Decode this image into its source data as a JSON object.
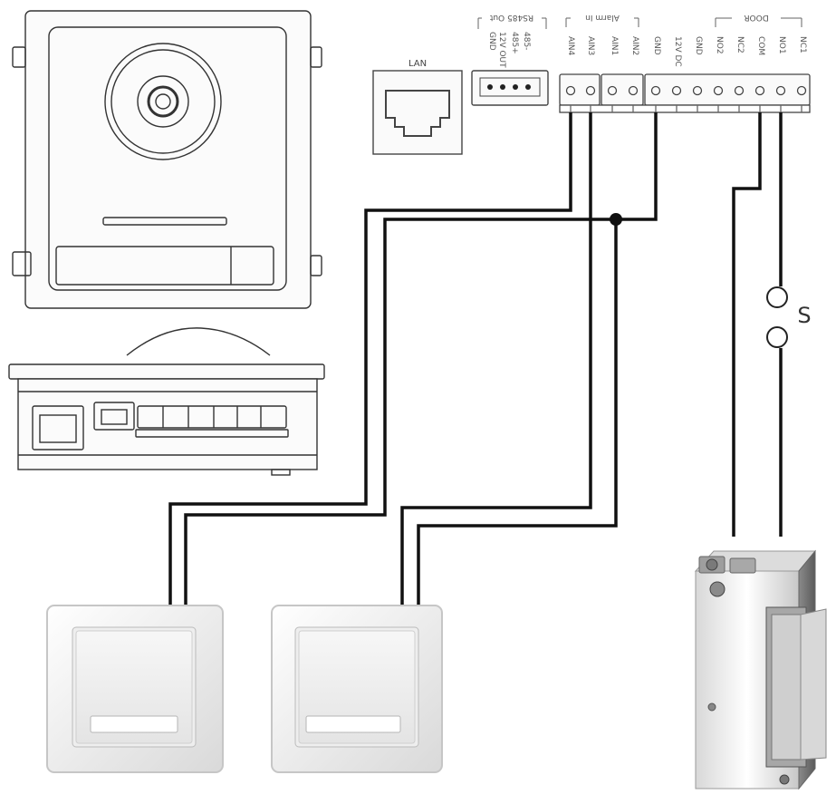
{
  "lan_label": "LAN",
  "rs485": {
    "header": "RS485 Out",
    "pins": [
      "GND",
      "12V OUT",
      "485+",
      "485-"
    ]
  },
  "alarm": {
    "header": "Alarm In",
    "pins": [
      "AIN4",
      "AIN3",
      "AIN1",
      "AIN2"
    ]
  },
  "power_pins": [
    "GND",
    "12V DC",
    "GND"
  ],
  "door": {
    "header": "DOOR",
    "pins": [
      "NO2",
      "NC2",
      "COM",
      "NO1",
      "NC1"
    ]
  },
  "fuse_symbol": "S"
}
